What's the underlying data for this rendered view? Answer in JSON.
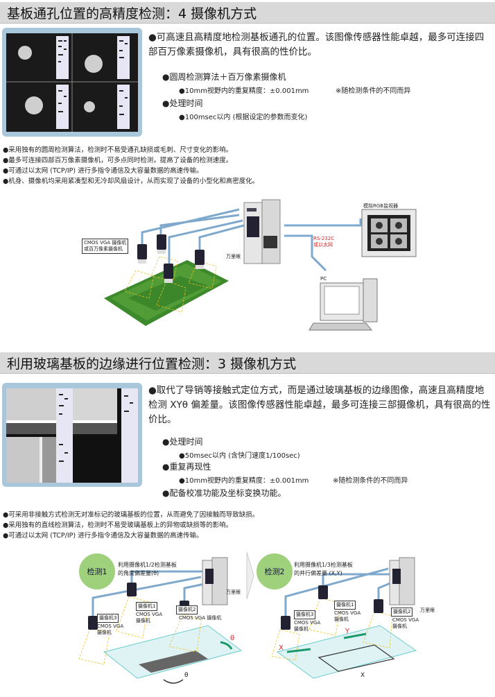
{
  "section1": {
    "title": "基板通孔位置的高精度检测：4 摄像机方式",
    "lead": "●可高速且高精度地检测基板通孔的位置。该图像传感器性能卓越，最多可连接四部百万像素摄像机，具有很高的性价比。",
    "feature1": "●圆周检测算法＋百万像素摄像机",
    "feature1_sub": "●10mm视野内的重复精度：±0.001mm",
    "feature1_note": "※随检测条件的不同而异",
    "feature2": "●处理时间",
    "feature2_sub": "●100msec以内 (根据设定的参数而变化)",
    "bullets": [
      "●采用独有的圆周检测算法，检测时不易受通孔缺损或毛刺、尺寸变化的影响。",
      "●最多可连接四部百万像素摄像机，可多点同时检测，提高了设备的检测速度。",
      "●可通过以太网 (TCP/IP) 进行多指令通信及大容量数据的高速传输。",
      "●机身、摄像机均采用紧凑型和无冷却风扇设计，从而实现了设备的小型化和高密度化。"
    ],
    "diagram": {
      "camera_label_1": "CMOS VGA 摄像机",
      "camera_label_2": "或百万像素摄像机",
      "controller_label": "万里眼",
      "monitor_label": "模拟RGB监视器",
      "link_label_1": "RS-232C",
      "link_label_2": "或以太网",
      "pc_label": "PC"
    }
  },
  "section2": {
    "title": "利用玻璃基板的边缘进行位置检测：3 摄像机方式",
    "lead": "●取代了导销等接触式定位方式，而是通过玻璃基板的边缘图像，高速且高精度地检测 XYθ 偏差量。该图像传感器性能卓越，最多可连接三部摄像机，具有很高的性价比。",
    "feature1": "●处理时间",
    "feature1_sub": "●50msec以内 (含快门速度1/100sec)",
    "feature2": "●重复再现性",
    "feature2_sub": "●10mm视野内的重复精度：±0.001mm",
    "feature2_note": "※随检测条件的不同而异",
    "feature3": "●配备校准功能及坐标变换功能。",
    "bullets": [
      "●可采用非接触方式检测无对准标记的玻璃基板的位置，从而避免了因接触而导致缺损。",
      "●采用独有的直线检测算法，检测时不易受玻璃基板上的异物或缺损等的影响。",
      "●可通过以太网 (TCP/IP) 进行多指令通信及大容量数据的高速传输。"
    ],
    "detect1": {
      "badge": "检测1",
      "desc_1": "利用摄像机1/2检测基板",
      "desc_2": "的角度偏差量(θ)",
      "controller": "万里眼",
      "cam1": "摄像机1",
      "cam2": "摄像机2",
      "cam3": "摄像机3",
      "cam_type_1": "CMOS VGA",
      "cam_type_2": "摄像机",
      "cam_type_full": "CMOS VGA 摄像机",
      "theta": "θ"
    },
    "detect2": {
      "badge": "检测2",
      "desc_1": "利用摄像机1/3检测基板",
      "desc_2": "的并行偏差量 (X,Y)",
      "controller": "万里眼",
      "cam1": "摄像机1",
      "cam2": "摄像机2",
      "cam3": "摄像机3",
      "cam_type_1": "CMOS VGA",
      "cam_type_2": "摄像机",
      "x": "X",
      "y": "Y"
    }
  },
  "colors": {
    "header_bg": "#d9d9d9",
    "frame_blue": "#a8c7da",
    "cable_blue": "#7fa9cc",
    "pcb_green": "#3d8a2c",
    "badge_green": "#9fd07c"
  }
}
